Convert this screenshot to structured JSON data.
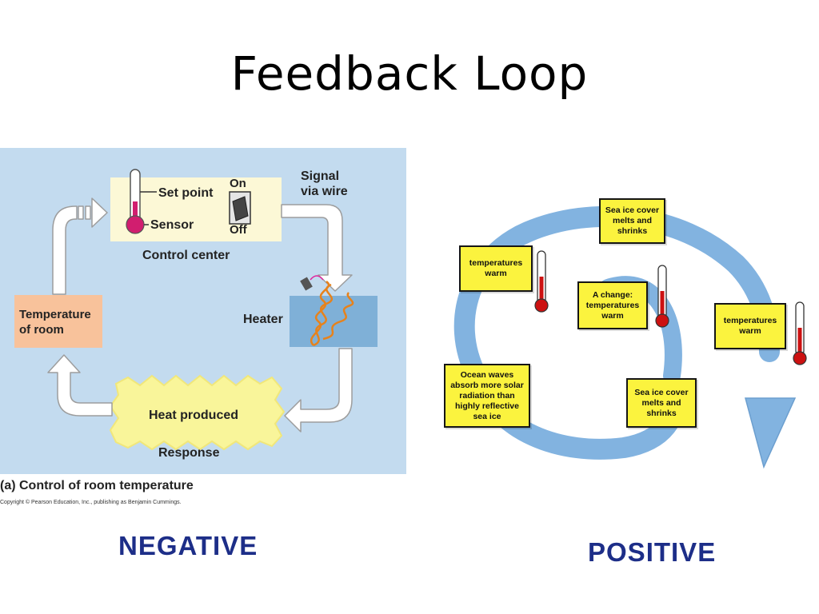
{
  "title": "Feedback Loop",
  "negative": {
    "set_point": "Set point",
    "sensor": "Sensor",
    "on": "On",
    "off": "Off",
    "control_center": "Control center",
    "signal_line1": "Signal",
    "signal_line2": "via wire",
    "heater": "Heater",
    "temperature_line1": "Temperature",
    "temperature_line2": "of room",
    "heat_produced": "Heat produced",
    "response": "Response",
    "caption": "(a) Control of room temperature",
    "copyright": "Copyright © Pearson Education, Inc., publishing as Benjamin Cummings.",
    "colors": {
      "panel": "#c3dbef",
      "control": "#fcf8d6",
      "temp": "#f8c29b",
      "heater": "#7fb0d7",
      "heat": "#f9f59a"
    }
  },
  "positive": {
    "note_top": "Sea ice cover melts and shrinks",
    "note_left": "temperatures warm",
    "note_center": "A change: temperatures warm",
    "note_right": "temperatures warm",
    "note_ocean": "Ocean waves absorb more solar radiation than highly reflective sea ice",
    "note_lower": "Sea ice cover melts and shrinks",
    "colors": {
      "arrow": "#82b3e0",
      "note": "#fbf33e",
      "mercury": "#cc1111"
    }
  },
  "labels": {
    "negative": "NEGATIVE",
    "positive": "POSITIVE"
  }
}
